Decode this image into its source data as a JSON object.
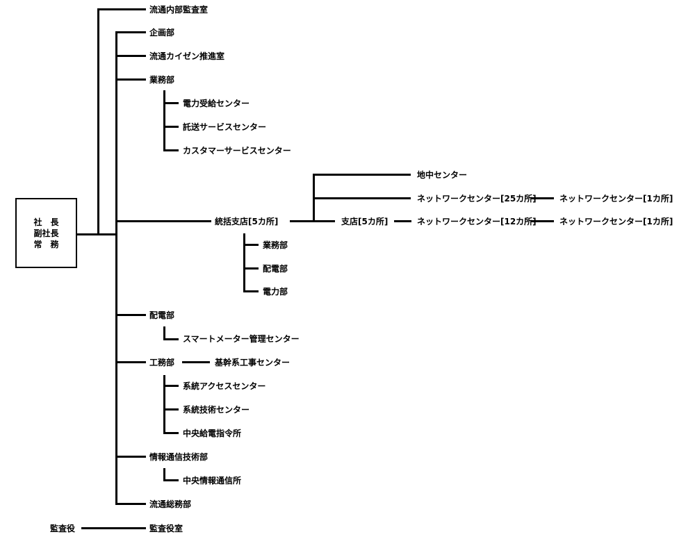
{
  "executive": {
    "line1": "社　長",
    "line2": "副社長",
    "line3": "常　務"
  },
  "units": {
    "internal_audit": "流通内部監査室",
    "planning": "企画部",
    "kaizen": "流通カイゼン推進室",
    "business": "業務部",
    "power_receipt": "電力受給センター",
    "wheeling": "託送サービスセンター",
    "customer_service": "カスタマーサービスセンター",
    "regional_branch": "統括支店[5カ所]",
    "branch_business": "業務部",
    "branch_distribution": "配電部",
    "branch_power": "電力部",
    "underground": "地中センター",
    "network_25": "ネットワークセンター[25カ所]",
    "network_1a": "ネットワークセンター[1カ所]",
    "branch": "支店[5カ所]",
    "network_12": "ネットワークセンター[12カ所]",
    "network_1b": "ネットワークセンター[1カ所]",
    "distribution": "配電部",
    "smart_meter": "スマートメーター管理センター",
    "engineering": "工務部",
    "trunk_construction": "基幹系工事センター",
    "system_access": "系統アクセスセンター",
    "system_tech": "系統技術センター",
    "central_dispatch": "中央給電指令所",
    "ict": "情報通信技術部",
    "central_ict": "中央情報通信所",
    "general_affairs": "流通総務部",
    "auditor": "監査役",
    "auditor_office": "監査役室"
  },
  "colors": {
    "line": "#000000",
    "text": "#000000",
    "background": "#ffffff"
  }
}
